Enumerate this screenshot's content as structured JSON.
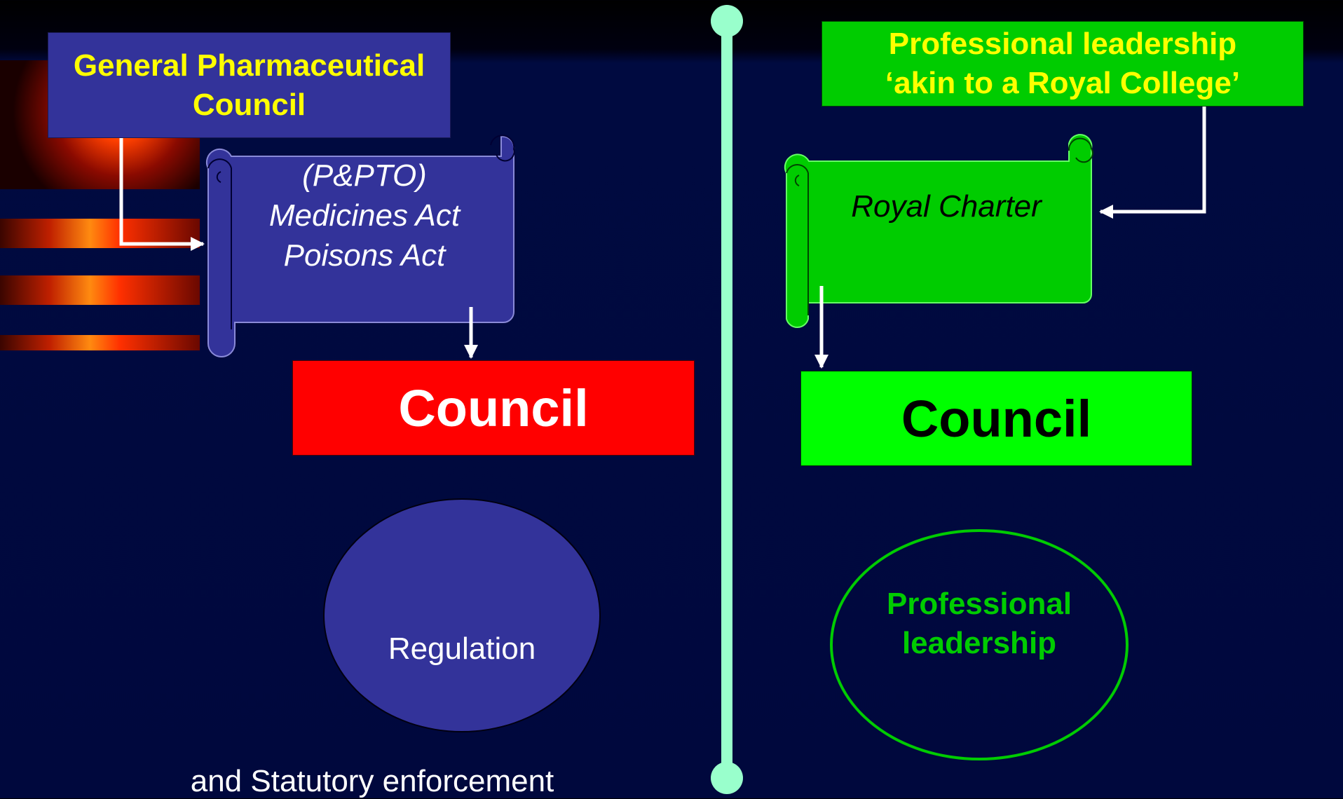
{
  "left": {
    "header": "General Pharmaceutical Council",
    "scroll_lines": [
      "(P&PTO)",
      "Medicines Act",
      "Poisons Act"
    ],
    "council": "Council",
    "circle": "Regulation",
    "footer": "and Statutory enforcement"
  },
  "right": {
    "header_lines": [
      "Professional leadership",
      "‘akin to a Royal College’"
    ],
    "scroll_text": "Royal Charter",
    "council": "Council",
    "circle_lines": [
      "Professional",
      "leadership"
    ]
  },
  "colors": {
    "background": "#00083d",
    "blue_box": "#33339a",
    "red_box": "#ff0000",
    "green_box": "#00cc00",
    "bright_green_box": "#00ff00",
    "heading_yellow": "#ffff00",
    "divider": "#99ffcc"
  }
}
